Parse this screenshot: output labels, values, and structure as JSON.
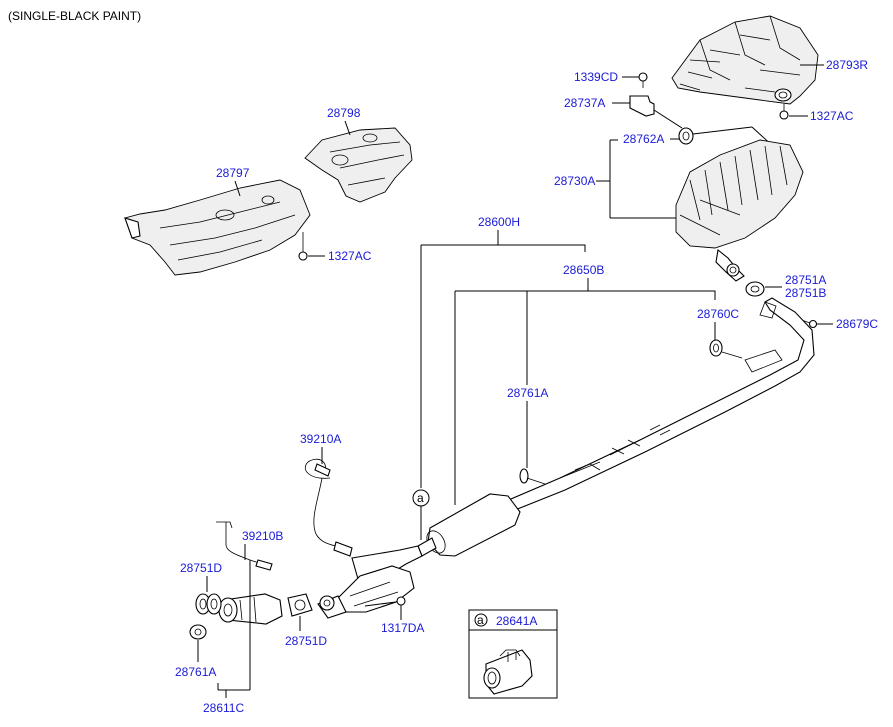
{
  "header": {
    "note": "(SINGLE-BLACK PAINT)"
  },
  "callout": {
    "symbol": "a"
  },
  "inset": {
    "symbol": "a",
    "part_number": "28641A"
  },
  "labels": {
    "p28793R": "28793R",
    "p1339CD": "1339CD",
    "p28737A": "28737A",
    "p1327AC_top": "1327AC",
    "p28762A": "28762A",
    "p28730A": "28730A",
    "p28798": "28798",
    "p28797": "28797",
    "p1327AC_left": "1327AC",
    "p28600H": "28600H",
    "p28650B": "28650B",
    "p28751A": "28751A",
    "p28751B": "28751B",
    "p28679C": "28679C",
    "p28760C": "28760C",
    "p28761A_mid": "28761A",
    "p39210A": "39210A",
    "p39210B": "39210B",
    "p28751D_left": "28751D",
    "p28751D_mid": "28751D",
    "p1317DA": "1317DA",
    "p28761A_low": "28761A",
    "p28611C": "28611C"
  },
  "colors": {
    "label": "#1a1ad6",
    "line": "#000000",
    "background": "#ffffff"
  }
}
